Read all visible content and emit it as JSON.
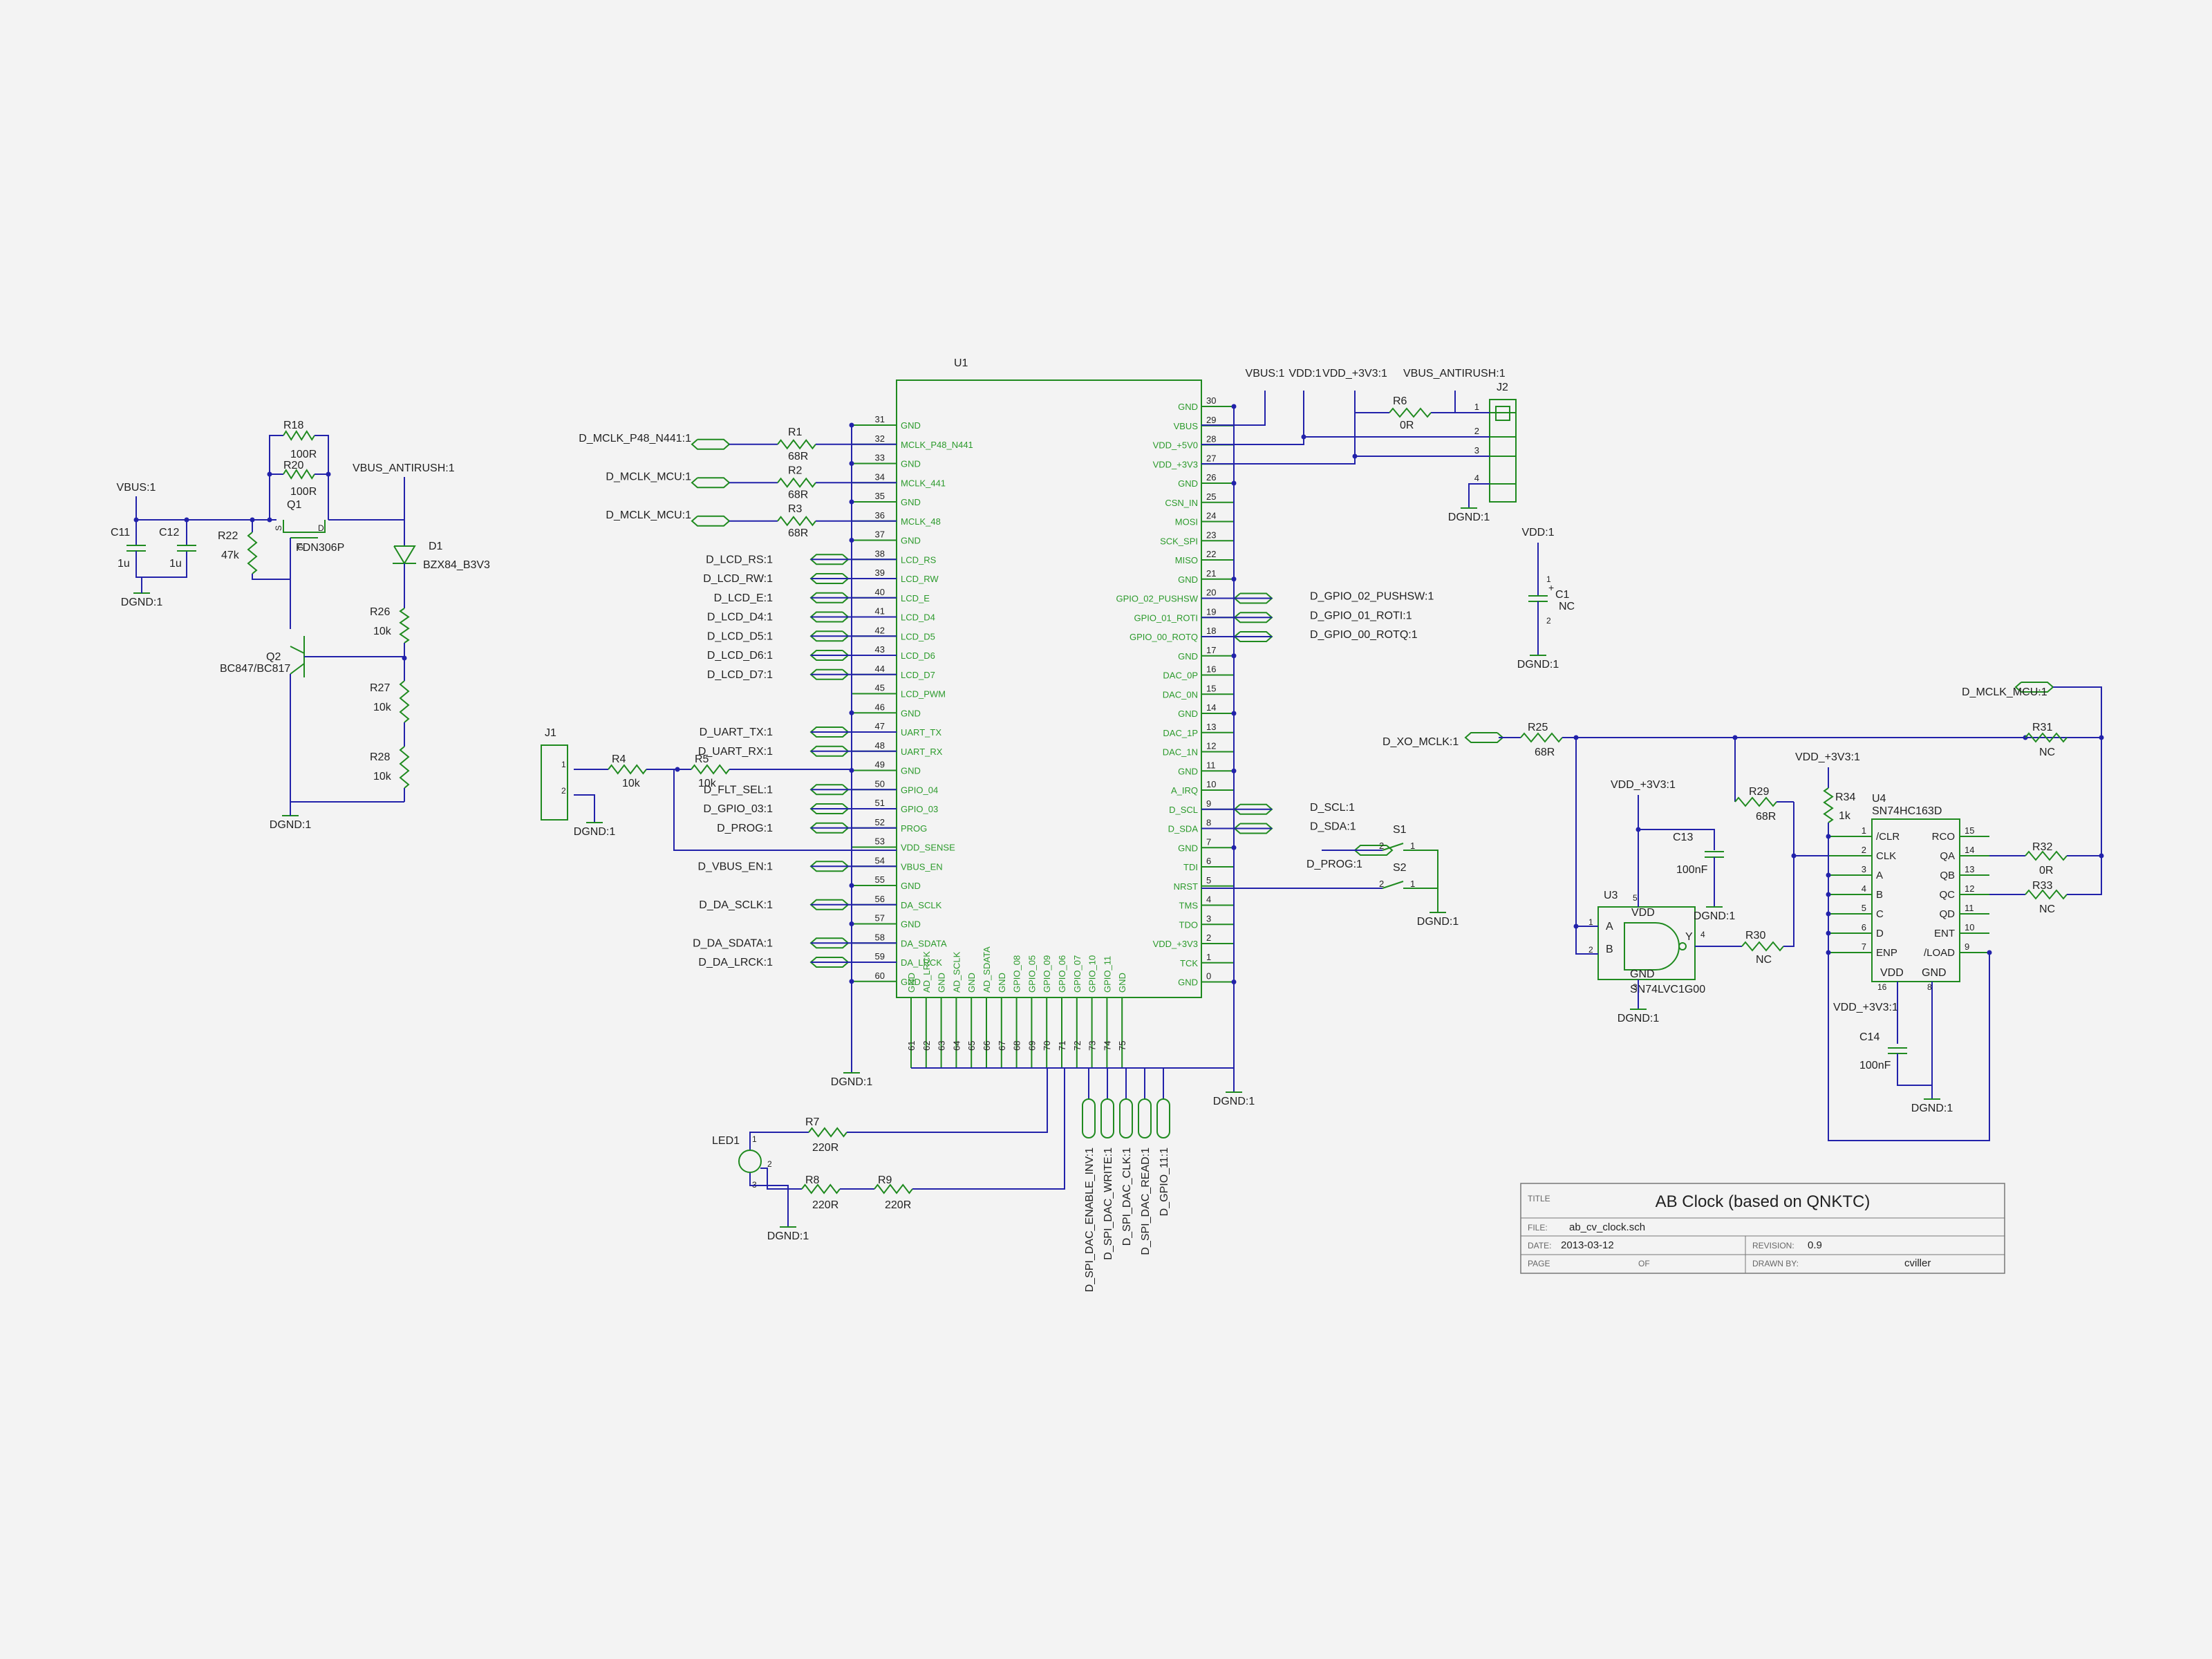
{
  "u1": {
    "ref": "U1",
    "left_pins": [
      {
        "num": "31",
        "name": "GND",
        "net": ""
      },
      {
        "num": "32",
        "name": "MCLK_P48_N441",
        "net": "D_MCLK_P48_N441:1",
        "res": "R1",
        "val": "68R"
      },
      {
        "num": "33",
        "name": "GND",
        "net": ""
      },
      {
        "num": "34",
        "name": "MCLK_441",
        "net": "D_MCLK_MCU:1",
        "res": "R2",
        "val": "68R"
      },
      {
        "num": "35",
        "name": "GND",
        "net": ""
      },
      {
        "num": "36",
        "name": "MCLK_48",
        "net": "D_MCLK_MCU:1",
        "res": "R3",
        "val": "68R"
      },
      {
        "num": "37",
        "name": "GND",
        "net": ""
      },
      {
        "num": "38",
        "name": "LCD_RS",
        "net": "D_LCD_RS:1"
      },
      {
        "num": "39",
        "name": "LCD_RW",
        "net": "D_LCD_RW:1"
      },
      {
        "num": "40",
        "name": "LCD_E",
        "net": "D_LCD_E:1"
      },
      {
        "num": "41",
        "name": "LCD_D4",
        "net": "D_LCD_D4:1"
      },
      {
        "num": "42",
        "name": "LCD_D5",
        "net": "D_LCD_D5:1"
      },
      {
        "num": "43",
        "name": "LCD_D6",
        "net": "D_LCD_D6:1"
      },
      {
        "num": "44",
        "name": "LCD_D7",
        "net": "D_LCD_D7:1"
      },
      {
        "num": "45",
        "name": "LCD_PWM",
        "net": ""
      },
      {
        "num": "46",
        "name": "GND",
        "net": ""
      },
      {
        "num": "47",
        "name": "UART_TX",
        "net": "D_UART_TX:1"
      },
      {
        "num": "48",
        "name": "UART_RX",
        "net": "D_UART_RX:1"
      },
      {
        "num": "49",
        "name": "GND",
        "net": ""
      },
      {
        "num": "50",
        "name": "GPIO_04",
        "net": "D_FLT_SEL:1"
      },
      {
        "num": "51",
        "name": "GPIO_03",
        "net": "D_GPIO_03:1"
      },
      {
        "num": "52",
        "name": "PROG",
        "net": "D_PROG:1"
      },
      {
        "num": "53",
        "name": "VDD_SENSE",
        "net": ""
      },
      {
        "num": "54",
        "name": "VBUS_EN",
        "net": "D_VBUS_EN:1"
      },
      {
        "num": "55",
        "name": "GND",
        "net": ""
      },
      {
        "num": "56",
        "name": "DA_SCLK",
        "net": "D_DA_SCLK:1"
      },
      {
        "num": "57",
        "name": "GND",
        "net": ""
      },
      {
        "num": "58",
        "name": "DA_SDATA",
        "net": "D_DA_SDATA:1"
      },
      {
        "num": "59",
        "name": "DA_LRCK",
        "net": "D_DA_LRCK:1"
      },
      {
        "num": "60",
        "name": "GND",
        "net": ""
      }
    ],
    "right_pins": [
      {
        "num": "30",
        "name": "GND",
        "net": ""
      },
      {
        "num": "29",
        "name": "VBUS",
        "net": ""
      },
      {
        "num": "28",
        "name": "VDD_+5V0",
        "net": ""
      },
      {
        "num": "27",
        "name": "VDD_+3V3",
        "net": ""
      },
      {
        "num": "26",
        "name": "GND",
        "net": ""
      },
      {
        "num": "25",
        "name": "CSN_IN",
        "net": ""
      },
      {
        "num": "24",
        "name": "MOSI",
        "net": ""
      },
      {
        "num": "23",
        "name": "SCK_SPI",
        "net": ""
      },
      {
        "num": "22",
        "name": "MISO",
        "net": ""
      },
      {
        "num": "21",
        "name": "GND",
        "net": ""
      },
      {
        "num": "20",
        "name": "GPIO_02_PUSHSW",
        "net": "D_GPIO_02_PUSHSW:1"
      },
      {
        "num": "19",
        "name": "GPIO_01_ROTI",
        "net": "D_GPIO_01_ROTI:1"
      },
      {
        "num": "18",
        "name": "GPIO_00_ROTQ",
        "net": "D_GPIO_00_ROTQ:1"
      },
      {
        "num": "17",
        "name": "GND",
        "net": ""
      },
      {
        "num": "16",
        "name": "DAC_0P",
        "net": ""
      },
      {
        "num": "15",
        "name": "DAC_0N",
        "net": ""
      },
      {
        "num": "14",
        "name": "GND",
        "net": ""
      },
      {
        "num": "13",
        "name": "DAC_1P",
        "net": ""
      },
      {
        "num": "12",
        "name": "DAC_1N",
        "net": ""
      },
      {
        "num": "11",
        "name": "GND",
        "net": ""
      },
      {
        "num": "10",
        "name": "A_IRQ",
        "net": ""
      },
      {
        "num": "9",
        "name": "D_SCL",
        "net": "D_SCL:1"
      },
      {
        "num": "8",
        "name": "D_SDA",
        "net": "D_SDA:1"
      },
      {
        "num": "7",
        "name": "GND",
        "net": ""
      },
      {
        "num": "6",
        "name": "TDI",
        "net": ""
      },
      {
        "num": "5",
        "name": "NRST",
        "net": ""
      },
      {
        "num": "4",
        "name": "TMS",
        "net": ""
      },
      {
        "num": "3",
        "name": "TDO",
        "net": ""
      },
      {
        "num": "2",
        "name": "VDD_+3V3",
        "net": ""
      },
      {
        "num": "1",
        "name": "TCK",
        "net": ""
      },
      {
        "num": "0",
        "name": "GND",
        "net": ""
      }
    ],
    "bottom_pins": [
      {
        "num": "61",
        "name": "GND"
      },
      {
        "num": "62",
        "name": "AD_LRCK"
      },
      {
        "num": "63",
        "name": "GND"
      },
      {
        "num": "64",
        "name": "AD_SCLK"
      },
      {
        "num": "65",
        "name": "GND"
      },
      {
        "num": "66",
        "name": "AD_SDATA"
      },
      {
        "num": "67",
        "name": "GND"
      },
      {
        "num": "68",
        "name": "GPIO_08"
      },
      {
        "num": "69",
        "name": "GPIO_05"
      },
      {
        "num": "70",
        "name": "GPIO_09"
      },
      {
        "num": "71",
        "name": "GPIO_06"
      },
      {
        "num": "72",
        "name": "GPIO_07"
      },
      {
        "num": "73",
        "name": "GPIO_10"
      },
      {
        "num": "74",
        "name": "GPIO_11"
      },
      {
        "num": "75",
        "name": "GND"
      }
    ],
    "bottom_nets": [
      "D_SPI_DAC_ENABLE_INV:1",
      "D_SPI_DAC_WRITE:1",
      "D_SPI_DAC_CLK:1",
      "D_SPI_DAC_READ:1",
      "D_GPIO_11:1"
    ],
    "gnd_left": "DGND:1",
    "gnd_right": "DGND:1"
  },
  "power": {
    "vbus": "VBUS:1",
    "vbus_antirush": "VBUS_ANTIRUSH:1",
    "c11": {
      "ref": "C11",
      "val": "1u"
    },
    "c12": {
      "ref": "C12",
      "val": "1u"
    },
    "r18": {
      "ref": "R18",
      "val": "100R"
    },
    "r20": {
      "ref": "R20",
      "val": "100R"
    },
    "r22": {
      "ref": "R22",
      "val": "47k"
    },
    "q1": {
      "ref": "Q1",
      "val": "FDN306P",
      "s": "S",
      "g": "G",
      "d": "D"
    },
    "d1": {
      "ref": "D1",
      "val": "BZX84_B3V3"
    },
    "q2": {
      "ref": "Q2",
      "val": "BC847/BC817"
    },
    "r26": {
      "ref": "R26",
      "val": "10k"
    },
    "r27": {
      "ref": "R27",
      "val": "10k"
    },
    "r28": {
      "ref": "R28",
      "val": "10k"
    },
    "gnd_a": "DGND:1",
    "gnd_b": "DGND:1"
  },
  "j1": {
    "ref": "J1",
    "p1": "1",
    "p2": "2",
    "r4": "R4",
    "r4v": "10k",
    "r5": "R5",
    "r5v": "10k",
    "gnd": "DGND:1"
  },
  "j2": {
    "ref": "J2",
    "vbus": "VBUS:1",
    "vdd": "VDD:1",
    "vdd33": "VDD_+3V3:1",
    "anti": "VBUS_ANTIRUSH:1",
    "r6": "R6",
    "r6v": "0R",
    "pins": [
      "1",
      "2",
      "3",
      "4"
    ],
    "gnd": "DGND:1"
  },
  "c1": {
    "ref": "C1",
    "val": "NC",
    "vdd": "VDD:1",
    "gnd": "DGND:1",
    "p1": "1",
    "p2": "2",
    "plus": "+"
  },
  "sw": {
    "s1": "S1",
    "s2": "S2",
    "prog": "D_PROG:1",
    "gnd": "DGND:1",
    "p1": "1",
    "p2": "2"
  },
  "led": {
    "ref": "LED1",
    "r7": "R7",
    "r7v": "220R",
    "r8": "R8",
    "r8v": "220R",
    "r9": "R9",
    "r9v": "220R",
    "gnd": "DGND:1",
    "p1": "1",
    "p2": "2",
    "p3": "3"
  },
  "clock": {
    "xo": "D_XO_MCLK:1",
    "mclk_mcu": "D_MCLK_MCU:1",
    "r25": {
      "ref": "R25",
      "val": "68R"
    },
    "r29": {
      "ref": "R29",
      "val": "68R"
    },
    "r30": {
      "ref": "R30",
      "val": "NC"
    },
    "r31": {
      "ref": "R31",
      "val": "NC"
    },
    "r32": {
      "ref": "R32",
      "val": "0R"
    },
    "r33": {
      "ref": "R33",
      "val": "NC"
    },
    "r34": {
      "ref": "R34",
      "val": "1k"
    },
    "c13": {
      "ref": "C13",
      "val": "100nF"
    },
    "c14": {
      "ref": "C14",
      "val": "100nF"
    },
    "vdd33_a": "VDD_+3V3:1",
    "vdd33_b": "VDD_+3V3:1",
    "vdd33_c": "VDD_+3V3:1",
    "u3": {
      "ref": "U3",
      "val": "SN74LVC1G00",
      "a": "A",
      "b": "B",
      "y": "Y",
      "vdd": "VDD",
      "gnd": "GND",
      "p1": "1",
      "p2": "2",
      "p3": "3",
      "p4": "4",
      "p5": "5"
    },
    "u4": {
      "ref": "U4",
      "val": "SN74HC163D",
      "left": [
        {
          "num": "1",
          "name": "/CLR"
        },
        {
          "num": "2",
          "name": "CLK"
        },
        {
          "num": "3",
          "name": "A"
        },
        {
          "num": "4",
          "name": "B"
        },
        {
          "num": "5",
          "name": "C"
        },
        {
          "num": "6",
          "name": "D"
        },
        {
          "num": "7",
          "name": "ENP"
        }
      ],
      "right": [
        {
          "num": "15",
          "name": "RCO"
        },
        {
          "num": "14",
          "name": "QA"
        },
        {
          "num": "13",
          "name": "QB"
        },
        {
          "num": "12",
          "name": "QC"
        },
        {
          "num": "11",
          "name": "QD"
        },
        {
          "num": "10",
          "name": "ENT"
        },
        {
          "num": "9",
          "name": "/LOAD"
        }
      ],
      "vdd": "VDD",
      "gnd": "GND",
      "p16": "16",
      "p8": "8"
    },
    "gnd_c13": "DGND:1",
    "gnd_u3": "DGND:1",
    "gnd_u4": "DGND:1"
  },
  "title_block": {
    "title_label": "TITLE",
    "title": "AB Clock (based on QNKTC)",
    "file_label": "FILE:",
    "file": "ab_cv_clock.sch",
    "date_label": "DATE:",
    "date": "2013-03-12",
    "rev_label": "REVISION:",
    "rev": "0.9",
    "page_label": "PAGE",
    "of_label": "OF",
    "drawn_label": "DRAWN BY:",
    "drawn": "cviller"
  },
  "colors": {
    "wire": "#2222aa",
    "part": "#1f8a1f",
    "text": "#222222",
    "pin": "#2b9a2b"
  }
}
